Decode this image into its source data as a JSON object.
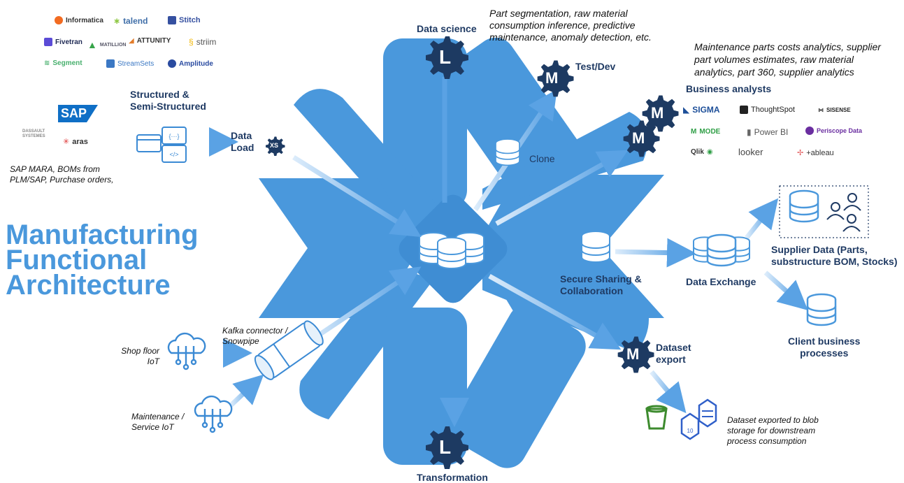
{
  "title": [
    "Manufacturing",
    "Functional",
    "Architecture"
  ],
  "labels": {
    "data_science": "Data science",
    "test_dev": "Test/Dev",
    "business_analysts": "Business analysts",
    "structured": [
      "Structured &",
      "Semi-Structured"
    ],
    "data_load": [
      "Data",
      "Load"
    ],
    "clone": "Clone",
    "secure_sharing": [
      "Secure Sharing &",
      "Collaboration"
    ],
    "data_exchange": "Data Exchange",
    "supplier_data": [
      "Supplier Data (Parts,",
      "substructure BOM, Stocks)"
    ],
    "client_business": [
      "Client business",
      "processes"
    ],
    "dataset_export": [
      "Dataset",
      "export"
    ],
    "transformation": "Transformation",
    "kafka": [
      "Kafka connector /",
      "Snowpipe"
    ],
    "shop_floor": [
      "Shop floor",
      "IoT"
    ],
    "maintenance": [
      "Maintenance /",
      "Service IoT"
    ]
  },
  "notes": {
    "data_science": [
      "Part segmentation, raw material",
      "consumption inference, predictive",
      "maintenance, anomaly detection, etc."
    ],
    "business": [
      "Maintenance parts costs analytics, supplier",
      "part volumes estimates, raw material",
      "analytics, part 360, supplier analytics"
    ],
    "sap_sources": [
      "SAP MARA, BOMs from",
      "PLM/SAP, Purchase orders,"
    ],
    "dataset_exported": [
      "Dataset exported to blob",
      "storage for downstream",
      "process consumption"
    ]
  },
  "gears": {
    "data_science": "L",
    "transformation": "L",
    "test_dev": "M",
    "business_a": "M",
    "business_b": "M",
    "dataset_export": "M",
    "data_load": "XS"
  },
  "etl_logos": [
    "Informatica",
    "talend",
    "Stitch",
    "Fivetran",
    "MATILLION",
    "ATTUNITY",
    "striim",
    "Segment",
    "StreamSets",
    "Amplitude"
  ],
  "source_logos": [
    "SAP",
    "DASSAULT SYSTEMES",
    "aras"
  ],
  "bi_logos": [
    "SIGMA",
    "ThoughtSpot",
    "SISENSE",
    "MODE",
    "Power BI",
    "Periscope Data",
    "Qlik",
    "looker",
    "+ableau"
  ],
  "colors": {
    "snowflake": "#4a98dc",
    "title": "#4a98dc",
    "navy": "#1f3a63",
    "gear": "#1d3a62",
    "arrow": "#7fb6e8",
    "bucket": "#3d8b2e",
    "blob": "#2f5fc9"
  }
}
